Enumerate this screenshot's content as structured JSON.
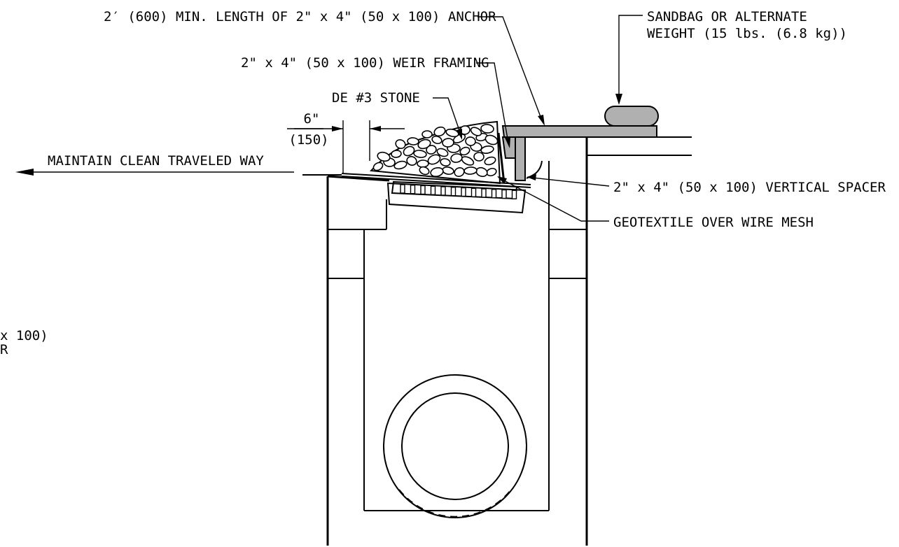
{
  "labels": {
    "anchor": "2′ (600) MIN. LENGTH OF 2\" x 4\" (50 x 100) ANCHOR",
    "weir_framing": "2\" x 4\" (50 x 100) WEIR FRAMING",
    "stone": "DE #3 STONE",
    "sandbag_line1": "SANDBAG OR ALTERNATE",
    "sandbag_line2": "WEIGHT (15 lbs. (6.8 kg))",
    "dim_top": "6\"",
    "dim_bottom": "(150)",
    "traveled_way": "MAINTAIN CLEAN TRAVELED WAY",
    "spacer": "2\" x 4\" (50 x 100) VERTICAL SPACER",
    "geotextile": "GEOTEXTILE OVER WIRE MESH",
    "cut_line1": "x 100)",
    "cut_line2": "R"
  }
}
